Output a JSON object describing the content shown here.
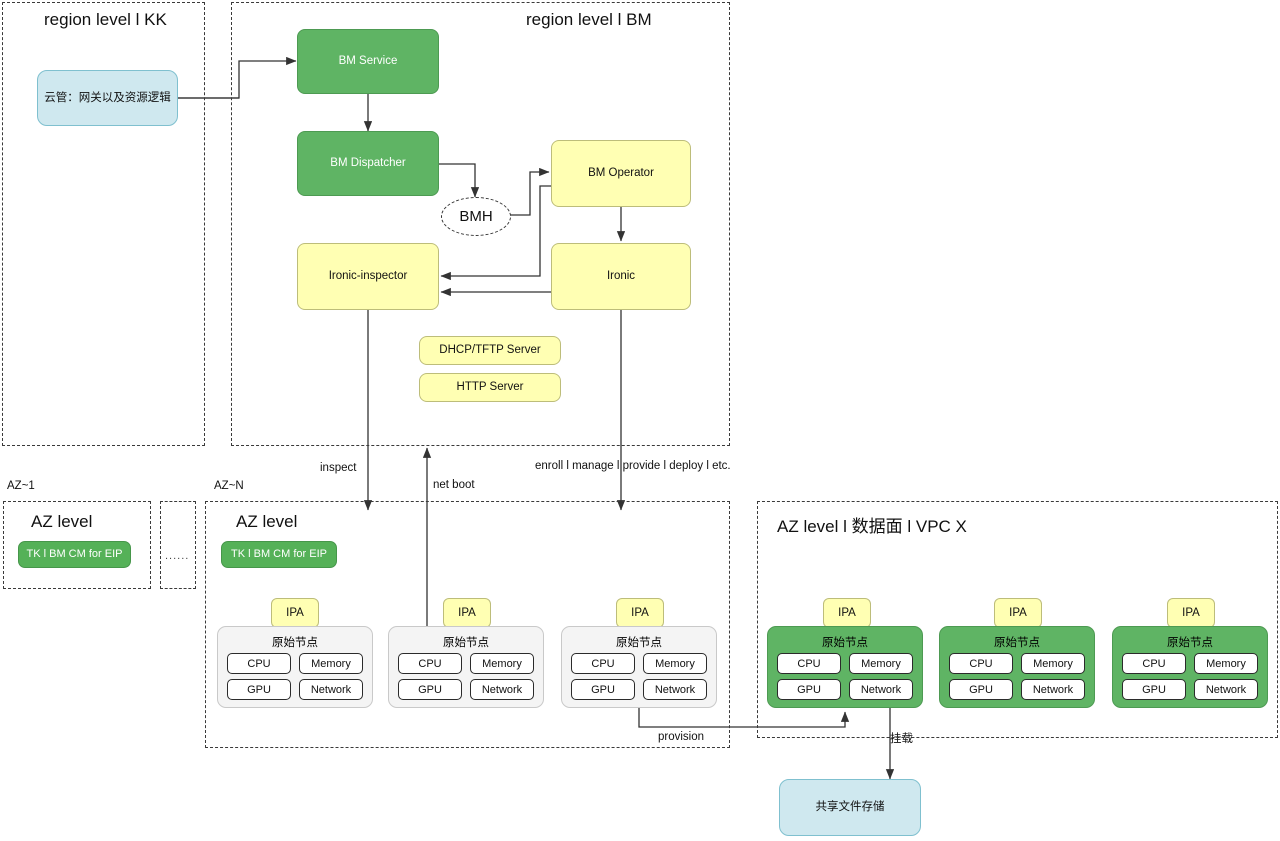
{
  "diagram": {
    "regions": {
      "kk": {
        "title": "region level l KK"
      },
      "bm": {
        "title": "region level l BM"
      },
      "az1": {
        "title": "AZ level",
        "outside_label": "AZ~1"
      },
      "azn": {
        "title": "AZ level",
        "outside_label": "AZ~N"
      },
      "vpcx": {
        "title": "AZ level l 数据面 l VPC X"
      },
      "ellipsis": "......"
    },
    "nodes": {
      "cloud_gateway": "云管：网关以及资源逻辑",
      "bm_service": "BM Service",
      "bm_dispatcher": "BM Dispatcher",
      "bmh": "BMH",
      "bm_operator": "BM Operator",
      "ironic_inspector": "Ironic-inspector",
      "ironic": "Ironic",
      "dhcp_tftp_server": "DHCP/TFTP Server",
      "http_server": "HTTP Server",
      "shared_file_storage": "共享文件存储",
      "tk_bm_cm_eip": "TK l BM CM for EIP",
      "ipa": "IPA",
      "bare_node": "原始节点"
    },
    "host_components": [
      "CPU",
      "Memory",
      "GPU",
      "Network"
    ],
    "edge_labels": {
      "inspect": "inspect",
      "net_boot": "net boot",
      "enroll": "enroll l manage l provide l deploy l etc.",
      "provision": "provision",
      "mount": "挂载"
    },
    "colors": {
      "green": "#5fb464",
      "yellow": "#ffffb3",
      "blue": "#cfe8ef",
      "gray_host": "#f4f4f4",
      "wire": "#333333"
    }
  }
}
